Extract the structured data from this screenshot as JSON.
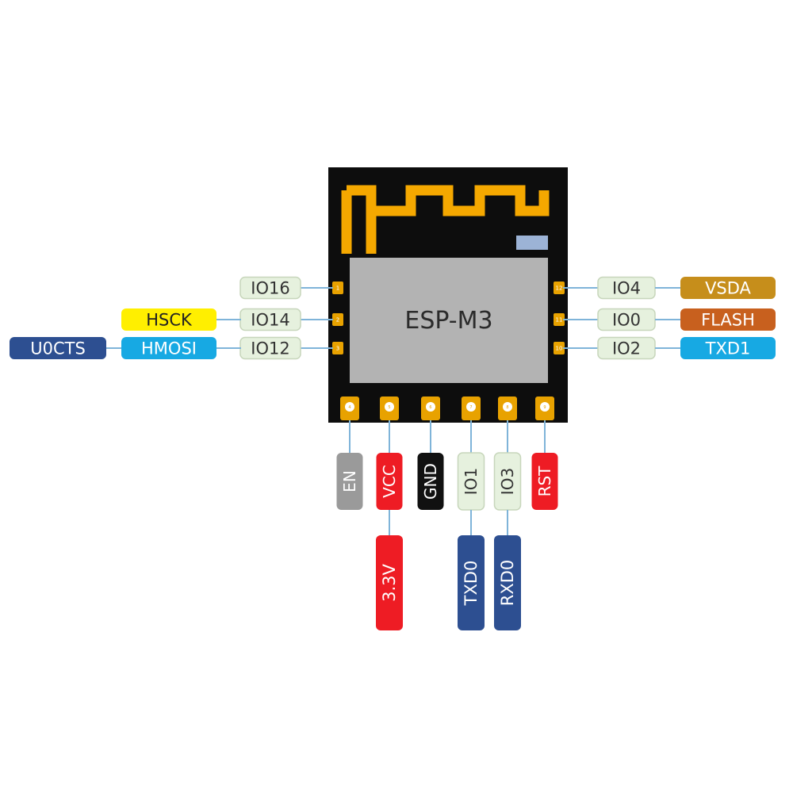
{
  "module": {
    "name": "ESP-M3"
  },
  "left_pins": [
    {
      "num": "1",
      "label": "IO16",
      "funcs": []
    },
    {
      "num": "2",
      "label": "IO14",
      "funcs": [
        {
          "text": "HSCK",
          "color": "#ffef00",
          "fg": "#222222"
        }
      ]
    },
    {
      "num": "3",
      "label": "IO12",
      "funcs": [
        {
          "text": "HMOSI",
          "color": "#17a9e3",
          "fg": "#ffffff"
        },
        {
          "text": "U0CTS",
          "color": "#2d4f91",
          "fg": "#ffffff"
        }
      ]
    }
  ],
  "right_pins": [
    {
      "num": "12",
      "label": "IO4",
      "funcs": [
        {
          "text": "VSDA",
          "color": "#c68e1b",
          "fg": "#ffffff"
        }
      ]
    },
    {
      "num": "11",
      "label": "IO0",
      "funcs": [
        {
          "text": "FLASH",
          "color": "#c8601e",
          "fg": "#ffffff"
        }
      ]
    },
    {
      "num": "10",
      "label": "IO2",
      "funcs": [
        {
          "text": "TXD1",
          "color": "#17a9e3",
          "fg": "#ffffff"
        }
      ]
    }
  ],
  "bottom_pins": [
    {
      "num": "4",
      "label": "EN",
      "color": "#9a9a9a",
      "fg": "#ffffff",
      "sub": null
    },
    {
      "num": "5",
      "label": "VCC",
      "color": "#ee1c24",
      "fg": "#ffffff",
      "sub": {
        "text": "3.3V",
        "color": "#ee1c24",
        "fg": "#ffffff"
      }
    },
    {
      "num": "6",
      "label": "GND",
      "color": "#111111",
      "fg": "#ffffff",
      "sub": null
    },
    {
      "num": "7",
      "label": "IO1",
      "color": "#e6f1de",
      "fg": "#333333",
      "sub": {
        "text": "TXD0",
        "color": "#2d4f91",
        "fg": "#ffffff"
      }
    },
    {
      "num": "8",
      "label": "IO3",
      "color": "#e6f1de",
      "fg": "#333333",
      "sub": {
        "text": "RXD0",
        "color": "#2d4f91",
        "fg": "#ffffff"
      }
    },
    {
      "num": "9",
      "label": "RST",
      "color": "#ee1c24",
      "fg": "#ffffff",
      "sub": null
    }
  ],
  "colors": {
    "board": "#0d0d0d",
    "antenna": "#f5a800",
    "shield": "#b3b3b3",
    "pad": "#e8a200",
    "io_label": "#e6f1de",
    "connector": "#7fb4d9",
    "tag": "#9cb3d6"
  }
}
